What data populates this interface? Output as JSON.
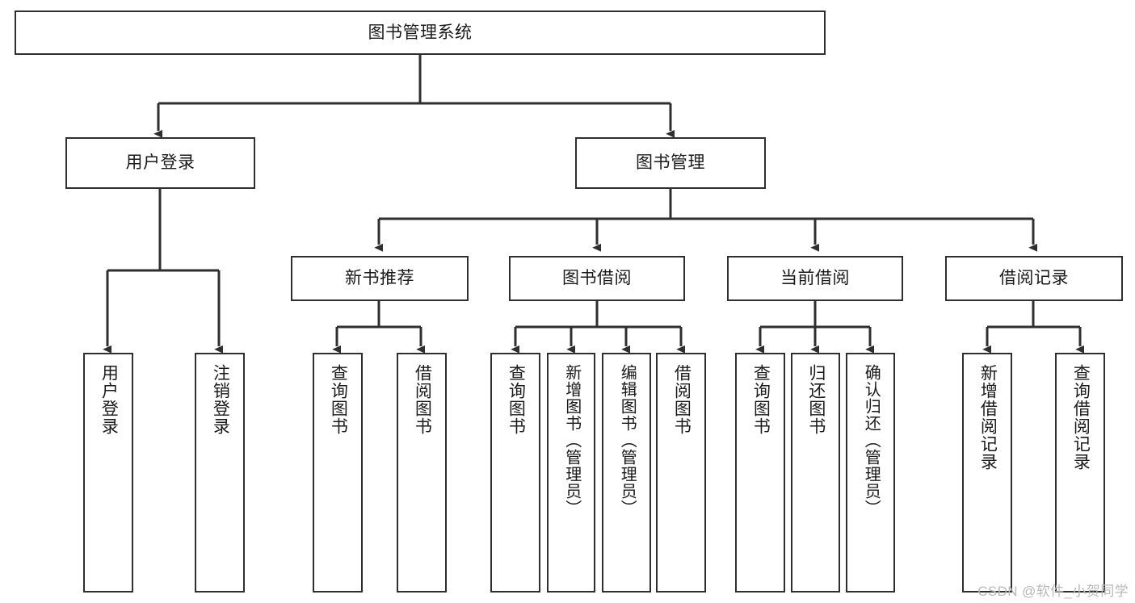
{
  "diagram": {
    "title": "图书管理系统",
    "type": "tree-hierarchy-diagram",
    "root": {
      "label": "图书管理系统"
    },
    "level2": [
      {
        "label": "用户登录"
      },
      {
        "label": "图书管理"
      }
    ],
    "level3": [
      {
        "label": "新书推荐"
      },
      {
        "label": "图书借阅"
      },
      {
        "label": "当前借阅"
      },
      {
        "label": "借阅记录"
      }
    ],
    "leaves": {
      "user_login": [
        {
          "label": "用户登录"
        },
        {
          "label": "注销登录"
        }
      ],
      "new_book_recommend": [
        {
          "label": "查询图书"
        },
        {
          "label": "借阅图书"
        }
      ],
      "book_borrow": [
        {
          "label": "查询图书"
        },
        {
          "label": "新增图书（管理员）"
        },
        {
          "label": "编辑图书（管理员）"
        },
        {
          "label": "借阅图书"
        }
      ],
      "current_borrow": [
        {
          "label": "查询图书"
        },
        {
          "label": "归还图书"
        },
        {
          "label": "确认归还（管理员）"
        }
      ],
      "borrow_record": [
        {
          "label": "新增借阅记录"
        },
        {
          "label": "查询借阅记录"
        }
      ]
    }
  },
  "watermark": {
    "text": "CSDN @软件_小贺同学"
  },
  "colors": {
    "box_border": "#2f2f2f",
    "background": "#ffffff",
    "text": "#1a1a1a",
    "watermark": "#b9b9b9"
  }
}
